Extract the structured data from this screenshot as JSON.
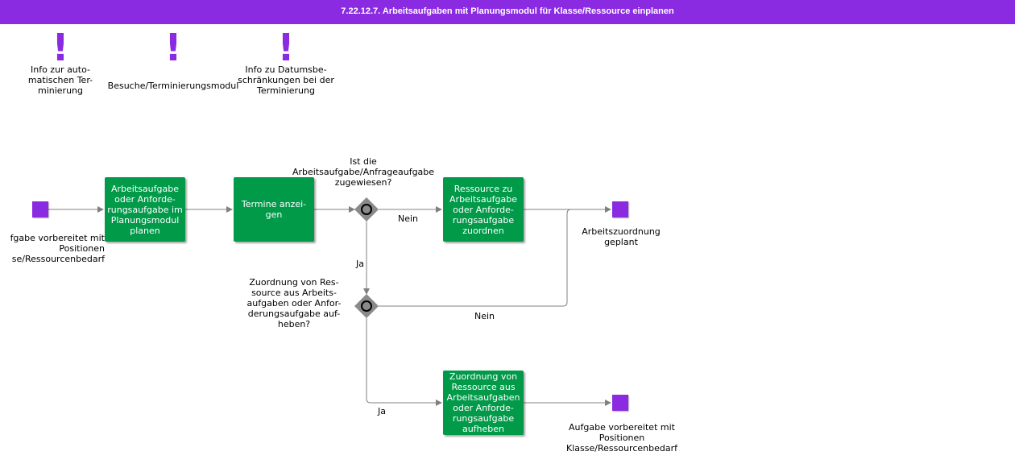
{
  "title": "7.22.12.7. Arbeitsaufgaben mit Planungsmodul für Klasse/Ressource einplanen",
  "colors": {
    "header": "#8a2be2",
    "task": "#009a49",
    "event": "#8a2be2",
    "gateway": "#8a8a8a",
    "flow": "#808080"
  },
  "notes": [
    {
      "icon": "exclamation-icon",
      "symbol": "!",
      "text": "Info zur auto-\nmatischen Ter-\nminierung"
    },
    {
      "icon": "exclamation-icon",
      "symbol": "!",
      "text": "Besuche/Terminierungsmodul"
    },
    {
      "icon": "exclamation-icon",
      "symbol": "!",
      "text": "Info zu Datumsbe-\nschränkungen bei der\nTerminierung"
    }
  ],
  "tasks": {
    "plan": "Arbeitsaufgabe\noder Anforde-\nrungsaufgabe im\nPlanungsmodul\nplanen",
    "show": "Termine anzei-\ngen",
    "assign": "Ressource zu\nArbeitsaufgabe\noder Anforde-\nrungsaufgabe\nzuordnen",
    "remove": "Zuordnung von\nRessource aus\nArbeitsaufgaben\noder Anforde-\nrungsaufgabe\naufheben"
  },
  "events": {
    "start": "fgabe vorbereitet mit\nPositionen\nse/Ressourcenbedarf",
    "end_planned": "Arbeitszuordnung\ngeplant",
    "end_prepared": "Aufgabe vorbereitet mit\nPositionen\nKlasse/Ressourcenbedarf"
  },
  "gateways": {
    "g1": "Ist die\nArbeitsaufgabe/Anfrageaufgabe\nzugewiesen?",
    "g2": "Zuordnung von Res-\nsource aus Arbeits-\naufgaben oder Anfor-\nderungsaufgabe auf-\nheben?"
  },
  "flow_labels": {
    "g1_no": "Nein",
    "g1_yes": "Ja",
    "g2_no": "Nein",
    "g2_yes": "Ja"
  }
}
